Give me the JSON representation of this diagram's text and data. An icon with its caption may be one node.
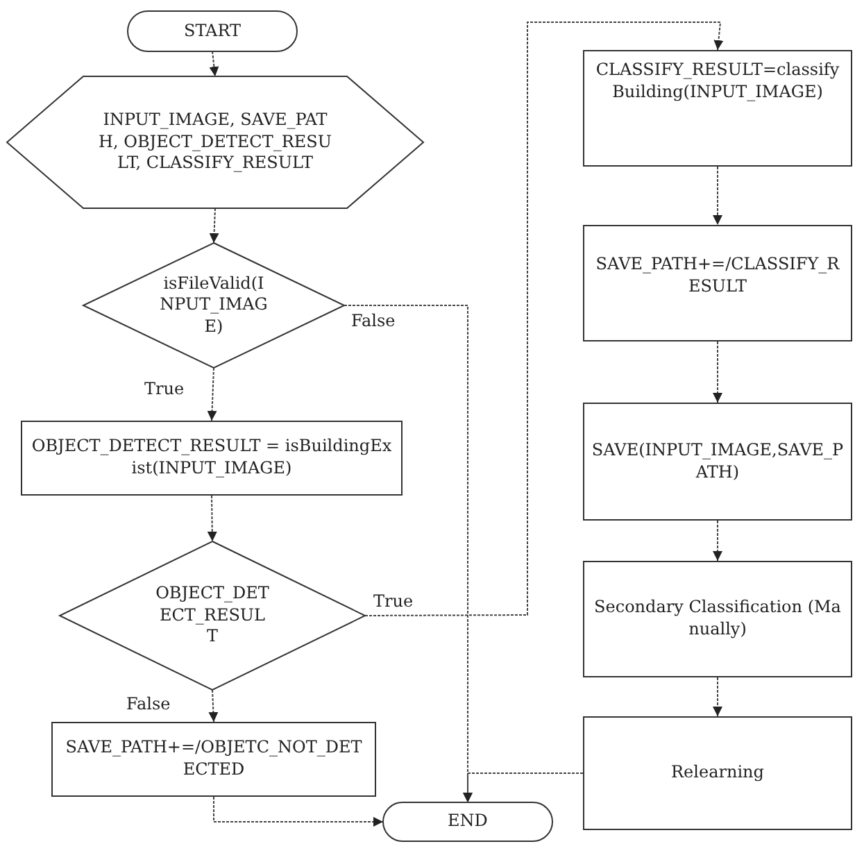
{
  "diagram": {
    "nodes": [
      {
        "text": [
          "START"
        ]
      },
      {
        "text": [
          "INPUT_IMAGE, SAVE_PATH, OBJECT_DETECT_RESULT, CLASSIFY_RESULT"
        ]
      },
      {
        "text": [
          "isFileValid(INPUT_IMAGE)"
        ]
      },
      {
        "text": [
          "OBJECT_DETECT_RESULT = isBuildingExist(INPUT_IMAGE)"
        ]
      },
      {
        "text": [
          "OBJECT_DETECT_RESULT"
        ]
      },
      {
        "text": [
          "SAVE_PATH+=/OBJETC_NOT_DETECTED"
        ]
      },
      {
        "text": [
          "END"
        ]
      },
      {
        "text": [
          "CLASSIFY_RESULT=classifyBuilding(INPUT_IMAGE)"
        ]
      },
      {
        "text": [
          "SAVE_PATH+=/CLASSIFY_RESULT"
        ]
      },
      {
        "text": [
          "SAVE(INPUT_IMAGE,SAVE_PATH)"
        ]
      },
      {
        "text": [
          "Secondary Classification (Manually)"
        ]
      },
      {
        "text": [
          "Relearning"
        ]
      }
    ],
    "edges": [
      {
        "from": 0,
        "to": 1,
        "arrow": "to"
      },
      {
        "from": 1,
        "to": 2,
        "arrow": "to"
      },
      {
        "from": 2,
        "to": 3,
        "arrow": "to",
        "label": "True"
      },
      {
        "from": 2,
        "to": 6,
        "arrow": "to",
        "label": "False"
      },
      {
        "from": 3,
        "to": 4,
        "arrow": "to"
      },
      {
        "from": 4,
        "to": 5,
        "arrow": "to",
        "label": "False"
      },
      {
        "from": 4,
        "to": 7,
        "arrow": "to",
        "label": "True"
      },
      {
        "from": 5,
        "to": 6,
        "arrow": "to"
      },
      {
        "from": 7,
        "to": 8,
        "arrow": "to"
      },
      {
        "from": 8,
        "to": 9,
        "arrow": "to"
      },
      {
        "from": 9,
        "to": 10,
        "arrow": "to"
      },
      {
        "from": 10,
        "to": 11,
        "arrow": "to"
      },
      {
        "from": 11,
        "to": 6,
        "arrow": "to"
      }
    ]
  }
}
